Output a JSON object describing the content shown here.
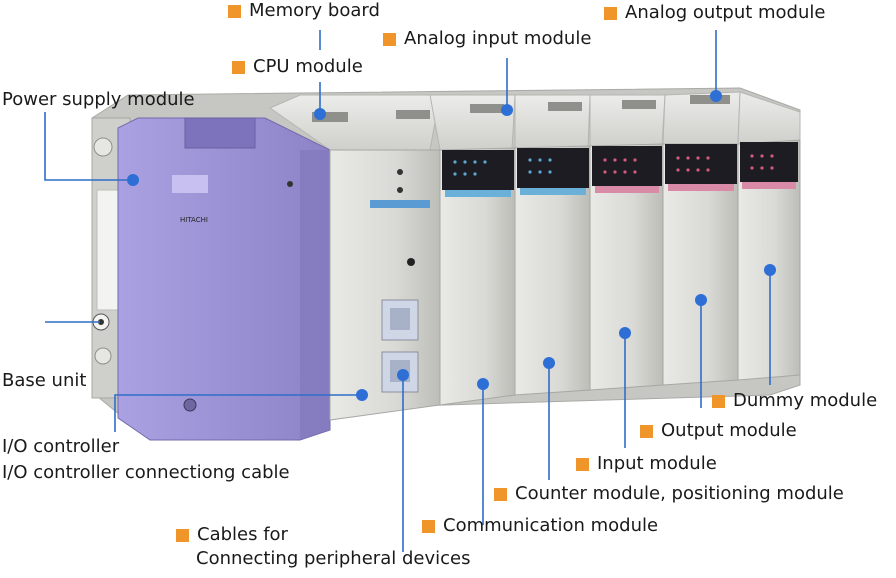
{
  "colors": {
    "marker": "#f0952a",
    "leader": "#2f6ec8",
    "dot": "#2e6fd6",
    "module_body": "#dcdcd8",
    "power_supply": "#9b90d6",
    "led_panel": "#1c1c22",
    "rack": "#c9c9c6"
  },
  "labels": {
    "memory_board": "Memory board",
    "cpu_module": "CPU module",
    "analog_input": "Analog input module",
    "analog_output": "Analog output module",
    "power_supply": "Power supply module",
    "base_unit": "Base unit",
    "io_controller": "I/O controller",
    "io_cable": "I/O controller connectiong cable",
    "cables_for_1": "Cables for",
    "cables_for_2": "Connecting peripheral devices",
    "communication": "Communication module",
    "counter": "Counter  module, positioning module",
    "input_module": "Input module",
    "output_module": "Output module",
    "dummy_module": "Dummy  module"
  },
  "device_text": {
    "brand": "HITACHI"
  }
}
